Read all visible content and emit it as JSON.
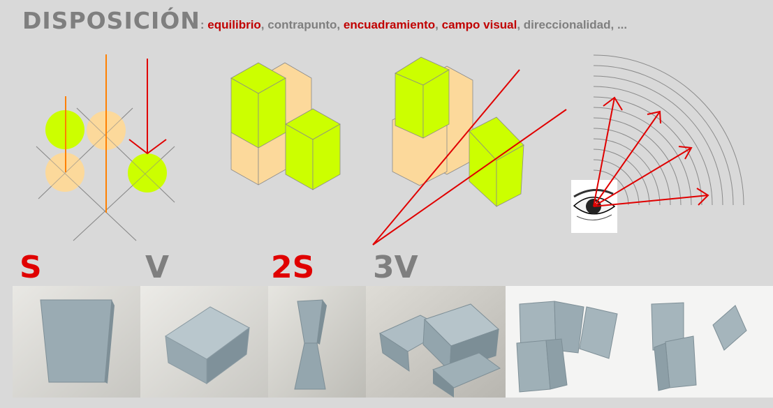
{
  "title": {
    "main": "DISPOSICIÓN",
    "colon": ":",
    "terms": [
      {
        "text": "equilibrio",
        "highlight": true
      },
      {
        "text": "contrapunto",
        "highlight": false
      },
      {
        "text": "encuadramiento",
        "highlight": true
      },
      {
        "text": "campo visual",
        "highlight": true
      },
      {
        "text": "direccionalidad",
        "highlight": false
      },
      {
        "text": "...",
        "highlight": false
      }
    ]
  },
  "letters": {
    "s": "S",
    "v": "V",
    "two_s": "2S",
    "three_v": "3V"
  },
  "colors": {
    "background": "#d9d9d9",
    "grey_text": "#7f7f7f",
    "red_accent": "#c00000",
    "lime": "#ccff00",
    "peach": "#fcd99b",
    "orange_line": "#ff8000",
    "red_line": "#e00000",
    "box_blue": "#a3b4bd"
  },
  "photos": [
    {
      "name": "photo-single-box-front"
    },
    {
      "name": "photo-single-box-angled"
    },
    {
      "name": "photo-two-boxes-stacked"
    },
    {
      "name": "photo-three-boxes-pile"
    },
    {
      "name": "photo-four-boxes-flat"
    },
    {
      "name": "photo-three-boxes-spread"
    }
  ]
}
